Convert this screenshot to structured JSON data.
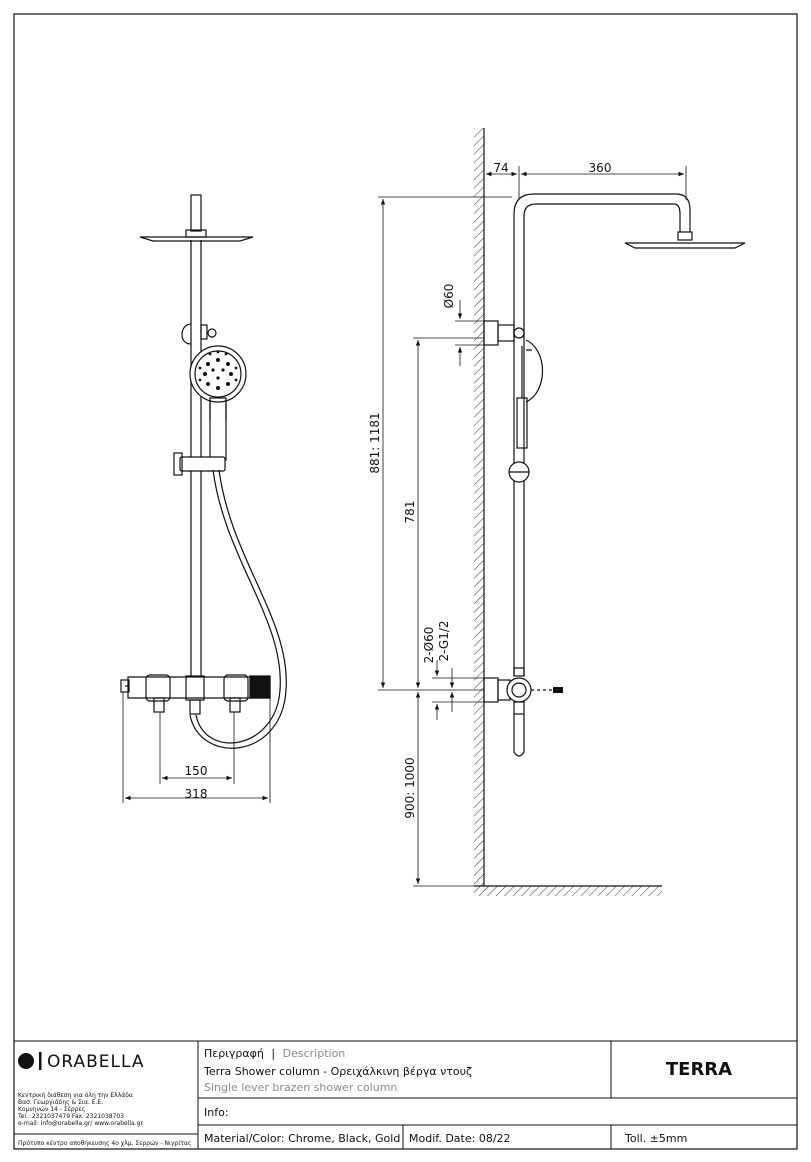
{
  "dimensions": {
    "d74": "74",
    "d360": "360",
    "d60a": "Ø60",
    "d881": "881: 1181",
    "d781": "781",
    "d260": "2-Ø60",
    "dg12": "2-G1/2",
    "d900": "900: 1000",
    "d150": "150",
    "d318": "318"
  },
  "title_block": {
    "brand": "ORABELLA",
    "company_lines": [
      "Κεντρική διάθεση για όλη την Ελλάδα",
      "Βασ. Γεωργιάδης & Σια. Ε.Ε.",
      "Κομνηνών 14 - Σέρρες",
      "Tel.: 2321037479 Fax. 2321038703",
      "e-mail: info@orabella.gr/ www.orabella.gr"
    ],
    "factory_line": "Πρότυπο κέντρο αποθήκευσης 4ο χλμ. Σερρών - Νιγρίτας",
    "description_label_gr": "Περιγραφή",
    "description_sep": "|",
    "description_label_en": "Description",
    "description_line1": "Terra Shower column - Ορειχάλκινη βέργα ντουζ",
    "description_line2": "Single lever brazen shower column",
    "info_label": "Info:",
    "material": "Material/Color: Chrome, Black, Gold",
    "modif_date": "Modif. Date: 08/22",
    "tolerance": "Toll. ±5mm",
    "product_name": "TERRA"
  },
  "colors": {
    "ink": "#111111",
    "grey_text": "#8a8a8a"
  }
}
